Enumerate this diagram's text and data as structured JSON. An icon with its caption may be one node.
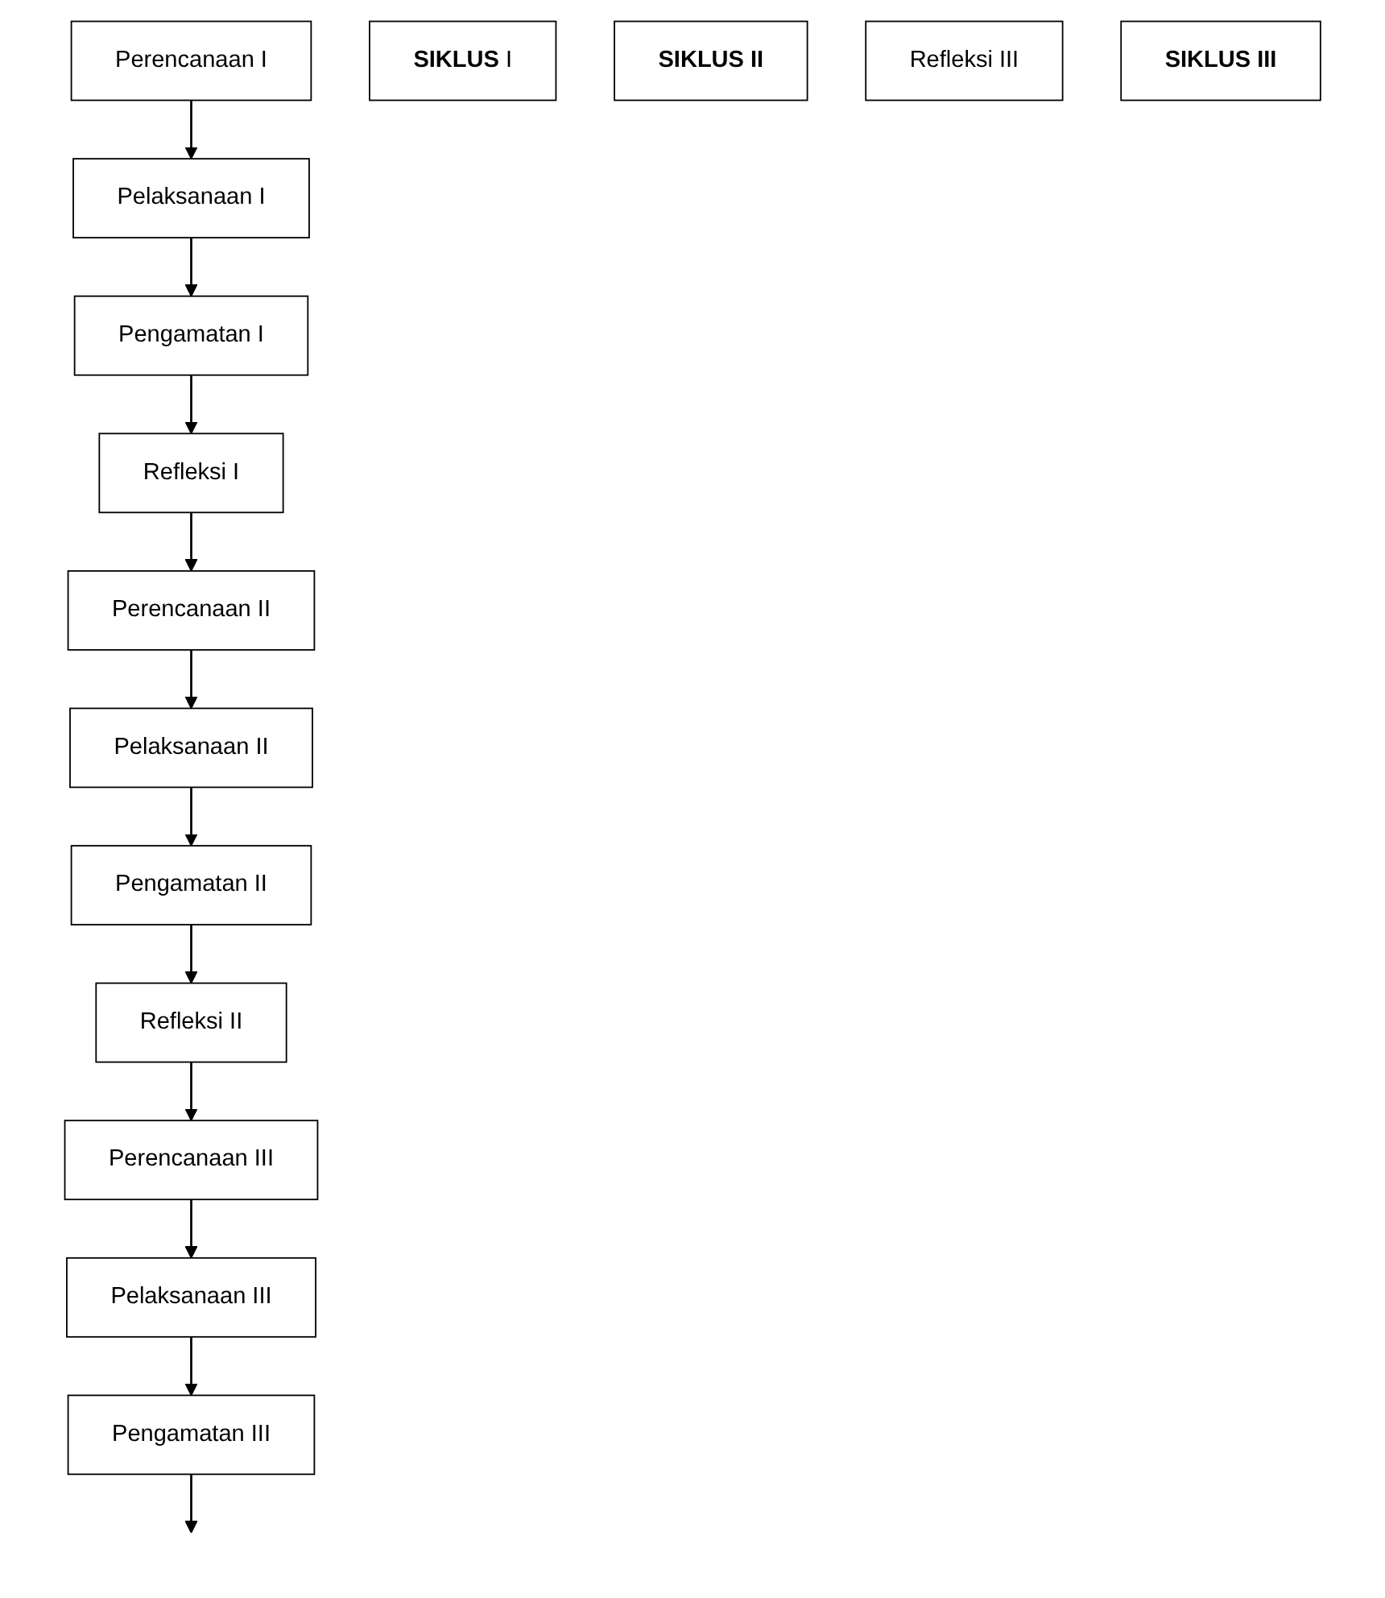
{
  "diagram": {
    "nodes": [
      {
        "text": [
          "Perencanaan I"
        ]
      },
      {
        "text": [
          "Refleksi I"
        ]
      },
      {
        "text": [
          "**SIKLUS** I"
        ]
      },
      {
        "text": [
          "Pelaksanaan I"
        ]
      },
      {
        "text": [
          "Pengamatan I"
        ]
      },
      {
        "text": [
          "Perencanaan II"
        ]
      },
      {
        "text": [
          "Refleksi II"
        ]
      },
      {
        "text": [
          "SIKLUS II"
        ]
      },
      {
        "text": [
          "Pelaksanaan II"
        ]
      },
      {
        "text": [
          "Pengamatan II"
        ]
      },
      {
        "text": [
          "Perencanaan III"
        ]
      },
      {
        "text": [
          "Refleksi III"
        ]
      },
      {
        "text": [
          "SIKLUS III"
        ]
      },
      {
        "text": [
          "Pelaksanaan III"
        ]
      },
      {
        "text": [
          "Pengamatan III"
        ]
      }
    ],
    "edges": [
      {
        "from": 0,
        "to": 3,
        "arrow": "to"
      },
      {
        "from": 3,
        "to": 4,
        "arrow": "to"
      },
      {
        "from": 4,
        "to": 1,
        "arrow": "to"
      },
      {
        "from": 1,
        "to": 5,
        "arrow": "to"
      },
      {
        "from": 5,
        "to": 8,
        "arrow": "to"
      },
      {
        "from": 8,
        "to": 9,
        "arrow": "to"
      },
      {
        "from": 9,
        "to": 6,
        "arrow": "to"
      },
      {
        "from": 6,
        "to": 10,
        "arrow": "to"
      },
      {
        "from": 10,
        "to": 13,
        "arrow": "to"
      },
      {
        "from": 13,
        "to": 14,
        "arrow": "to"
      },
      {
        "from": 14,
        "to": null,
        "arrow": "to"
      }
    ]
  }
}
